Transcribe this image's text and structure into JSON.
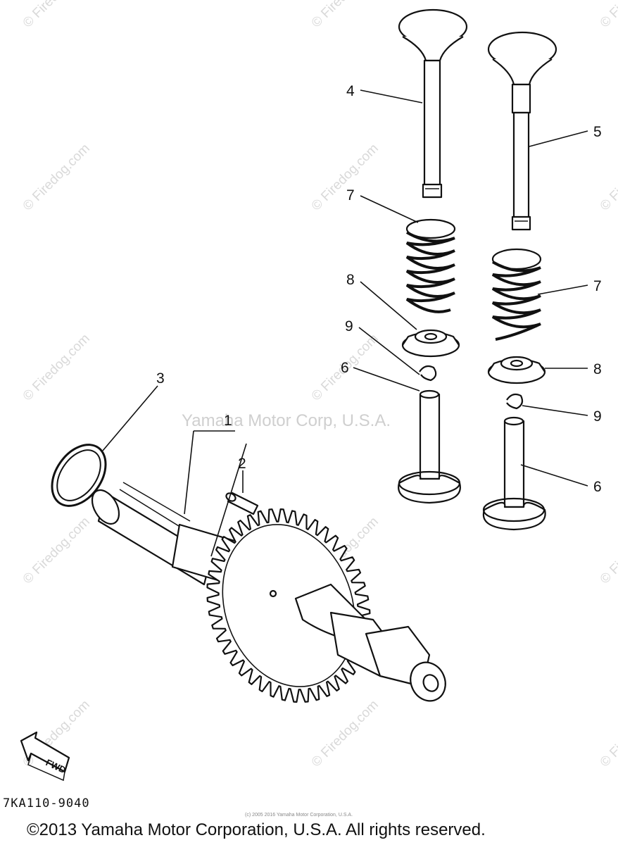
{
  "watermarks": {
    "site": "© Firedog.com",
    "center": "Yamaha Motor Corp, U.S.A."
  },
  "callouts": {
    "c1": "1",
    "c2": "2",
    "c3": "3",
    "c4": "4",
    "c5": "5",
    "c6a": "6",
    "c6b": "6",
    "c7a": "7",
    "c7b": "7",
    "c8a": "8",
    "c8b": "8",
    "c9a": "9",
    "c9b": "9"
  },
  "fwd_label": "FWD",
  "diagram_code": "7KA110-9040",
  "small_copyright": "(c) 2005 2016 Yamaha Motor Corporation, U.S.A.",
  "copyright": "©2013 Yamaha Motor Corporation, U.S.A. All rights reserved."
}
